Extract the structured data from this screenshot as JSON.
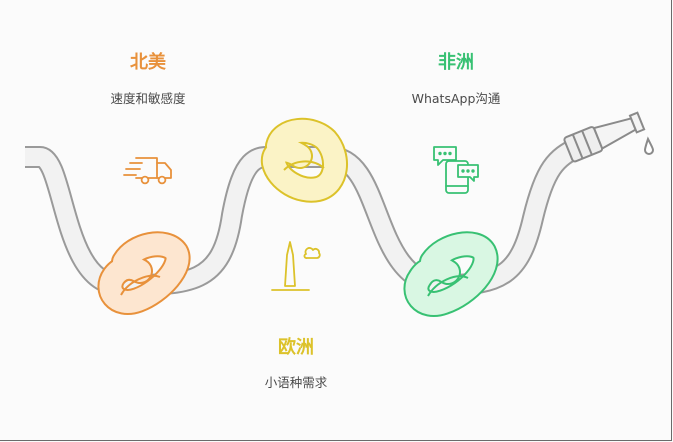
{
  "colors": {
    "north_america": "#e8913b",
    "africa": "#38c173",
    "europe": "#dcc22a",
    "pipe_outline": "#9a9a9a",
    "pipe_fill": "#f1f1f1"
  },
  "regions": [
    {
      "id": "north_america",
      "title": "北美",
      "description": "速度和敏感度",
      "icon": "delivery-truck-icon"
    },
    {
      "id": "africa",
      "title": "非洲",
      "description": "WhatsApp沟通",
      "icon": "chat-phone-icon"
    },
    {
      "id": "europe",
      "title": "欧洲",
      "description": "小语种需求",
      "icon": "monument-icon"
    }
  ],
  "decor": {
    "end_icon": "faucet-nozzle-icon"
  }
}
